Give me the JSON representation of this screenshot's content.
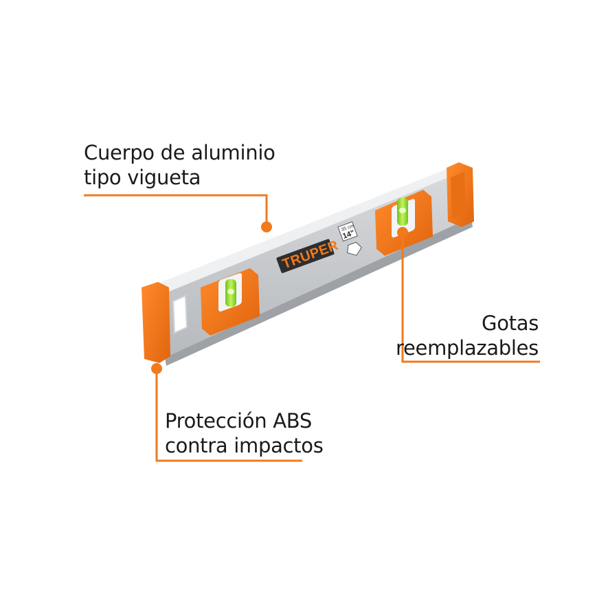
{
  "callouts": {
    "body": {
      "line1": "Cuerpo de aluminio",
      "line2": "tipo vigueta"
    },
    "vials": {
      "line1": "Gotas",
      "line2": "reemplazables"
    },
    "protection": {
      "line1": "Protección ABS",
      "line2": "contra impactos"
    }
  },
  "product": {
    "brand": "TRUPER",
    "size_cm": "35 cm",
    "size_in": "14\""
  },
  "colors": {
    "accent": "#f07a1c",
    "aluminum": "#c9ccd0",
    "vial": "#9be02a"
  }
}
